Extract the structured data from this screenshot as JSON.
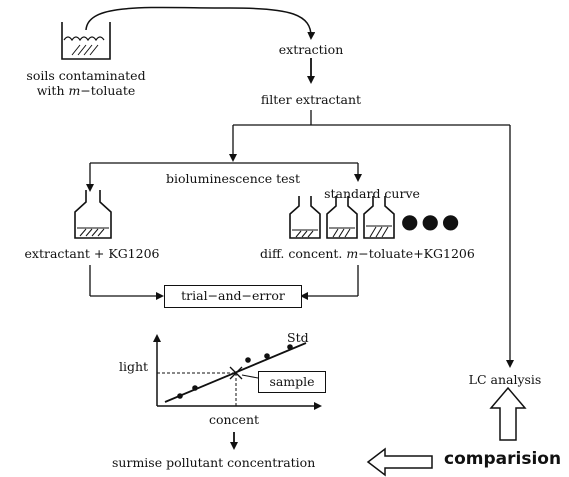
{
  "soil": {
    "line1": "soils contaminated",
    "line2_prefix": "with ",
    "line2_var": "m",
    "line2_suffix": "−toluate"
  },
  "steps": {
    "extraction": "extraction",
    "filter": "filter extractant",
    "bioluminescence": "bioluminescence test",
    "standard_curve": "standard curve",
    "extractant": "extractant + KG1206",
    "diff_prefix": "diff. concent. ",
    "diff_var": "m",
    "diff_suffix": "−toluate+KG1206",
    "trial": "trial−and−error",
    "lc": "LC analysis",
    "surmise": "surmise pollutant concentration",
    "comparision": "comparision"
  },
  "graph": {
    "ylabel": "light",
    "xlabel": "concent",
    "line_label": "Std",
    "sample_label": "sample"
  },
  "dots": "●●●"
}
